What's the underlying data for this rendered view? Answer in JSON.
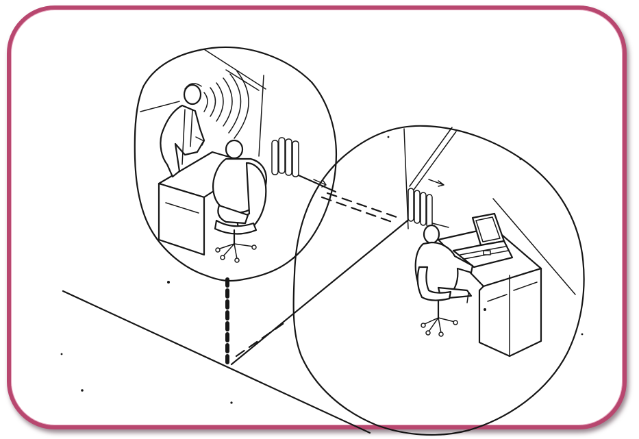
{
  "colors": {
    "frame_border": "#b8476f",
    "ink": "#161616",
    "background": "#ffffff"
  },
  "scene": {
    "left_room": {
      "objects": [
        "standing-person",
        "acoustic-wave-arcs",
        "seated-worker",
        "desk",
        "office-chair",
        "radiator"
      ]
    },
    "right_room": {
      "objects": [
        "seated-operator",
        "laptop-receiver",
        "desk",
        "office-chair",
        "radiator"
      ]
    },
    "connections": [
      "heating-pipe-dashed-path",
      "vertical-dashed-riser"
    ]
  }
}
